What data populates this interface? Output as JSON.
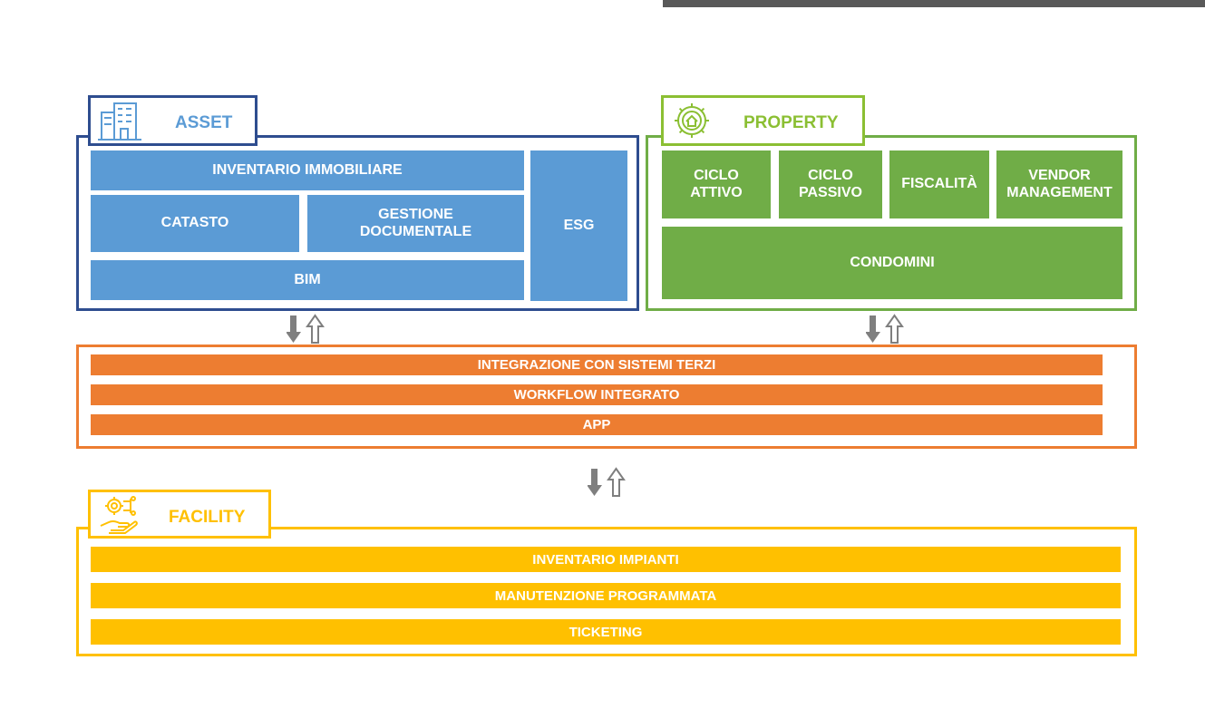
{
  "colors": {
    "asset": "#2e4d8f",
    "asset_tile": "#5b9bd5",
    "asset_label": "#5b9bd5",
    "property": "#8bbf33",
    "property_frame": "#70ad47",
    "property_tile": "#70ad47",
    "integration": "#ed7d31",
    "facility": "#ffc000",
    "arrow_dark": "#7f7f7f",
    "header_bar": "#595959"
  },
  "asset": {
    "label": "ASSET",
    "icon": "buildings-icon",
    "tiles": {
      "inventario": "INVENTARIO IMMOBILIARE",
      "catasto": "CATASTO",
      "gestione": "GESTIONE\nDOCUMENTALE",
      "bim": "BIM",
      "esg": "ESG"
    }
  },
  "property": {
    "label": "PROPERTY",
    "icon": "gear-house-icon",
    "tiles": {
      "ciclo_attivo": "CICLO\nATTIVO",
      "ciclo_passivo": "CICLO\nPASSIVO",
      "fiscalita": "FISCALITÀ",
      "vendor": "VENDOR\nMANAGEMENT",
      "condomini": "CONDOMINI"
    }
  },
  "integration": {
    "rows": [
      "INTEGRAZIONE CON SISTEMI TERZI",
      "WORKFLOW INTEGRATO",
      "APP"
    ]
  },
  "facility": {
    "label": "FACILITY",
    "icon": "gear-hand-icon",
    "rows": [
      "INVENTARIO IMPIANTI",
      "MANUTENZIONE PROGRAMMATA",
      "TICKETING"
    ]
  }
}
